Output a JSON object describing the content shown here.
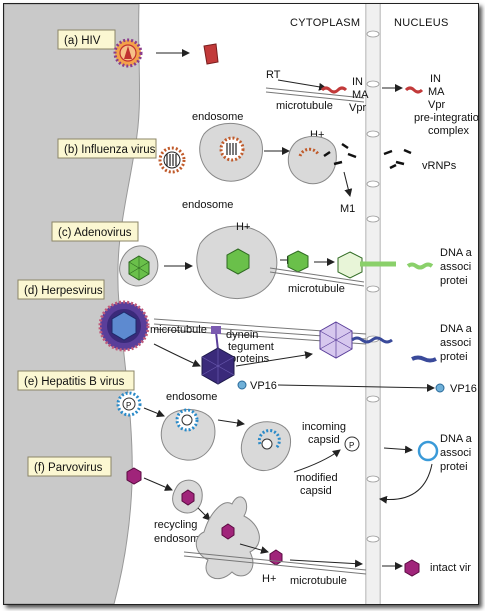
{
  "headers": {
    "cytoplasm": "CYTOPLASM",
    "nucleus": "NUCLEUS"
  },
  "viruses": {
    "hiv": "(a) HIV",
    "influenza": "(b) Influenza virus",
    "adenovirus": "(c) Adenovirus",
    "herpesvirus": "(d) Herpesvirus",
    "hepatitis_b": "(e) Hepatitis B virus",
    "parvovirus": "(f) Parvovirus"
  },
  "labels": {
    "rt": "RT",
    "in_cyto": "IN",
    "ma_cyto": "MA",
    "vpr_cyto": "Vpr",
    "microtubule_a": "microtubule",
    "in_nuc": "IN",
    "ma_nuc": "MA",
    "vpr_nuc": "Vpr",
    "preint_1": "pre-integration",
    "preint_2": "complex",
    "endosome_b": "endosome",
    "h_plus_b": "H+",
    "vrnps": "vRNPs",
    "m1": "M1",
    "endosome_c": "endosome",
    "h_plus_c": "H+",
    "microtubule_c": "microtubule",
    "dna_c_1": "DNA a",
    "dna_c_2": "associ",
    "dna_c_3": "protei",
    "microtubule_d": "microtubule",
    "dynein": "dynein",
    "tegument_1": "tegument",
    "tegument_2": "proteins",
    "vp16_cyto": "VP16",
    "vp16_nuc": "VP16",
    "dna_d_1": "DNA a",
    "dna_d_2": "associ",
    "dna_d_3": "protei",
    "endosome_e": "endosome",
    "incoming_1": "incoming",
    "incoming_2": "capsid",
    "modified_1": "modified",
    "modified_2": "capsid",
    "dna_e_1": "DNA a",
    "dna_e_2": "associ",
    "dna_e_3": "protei",
    "recycling_1": "recycling",
    "recycling_2": "endosome",
    "h_plus_f": "H+",
    "microtubule_f": "microtubule",
    "intact": "intact vir",
    "p": "P"
  }
}
